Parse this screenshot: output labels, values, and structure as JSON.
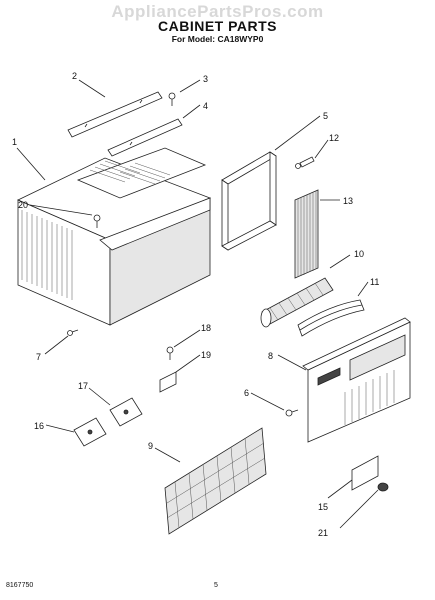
{
  "watermark": "AppliancePartsPros.com",
  "title": "CABINET PARTS",
  "subtitle": "For Model: CA18WYP0",
  "footer": {
    "doc_number": "8167750",
    "page_number": "5"
  },
  "callouts": [
    "1",
    "2",
    "3",
    "4",
    "5",
    "6",
    "7",
    "8",
    "9",
    "10",
    "11",
    "12",
    "13",
    "15",
    "16",
    "17",
    "18",
    "19",
    "20",
    "21"
  ]
}
